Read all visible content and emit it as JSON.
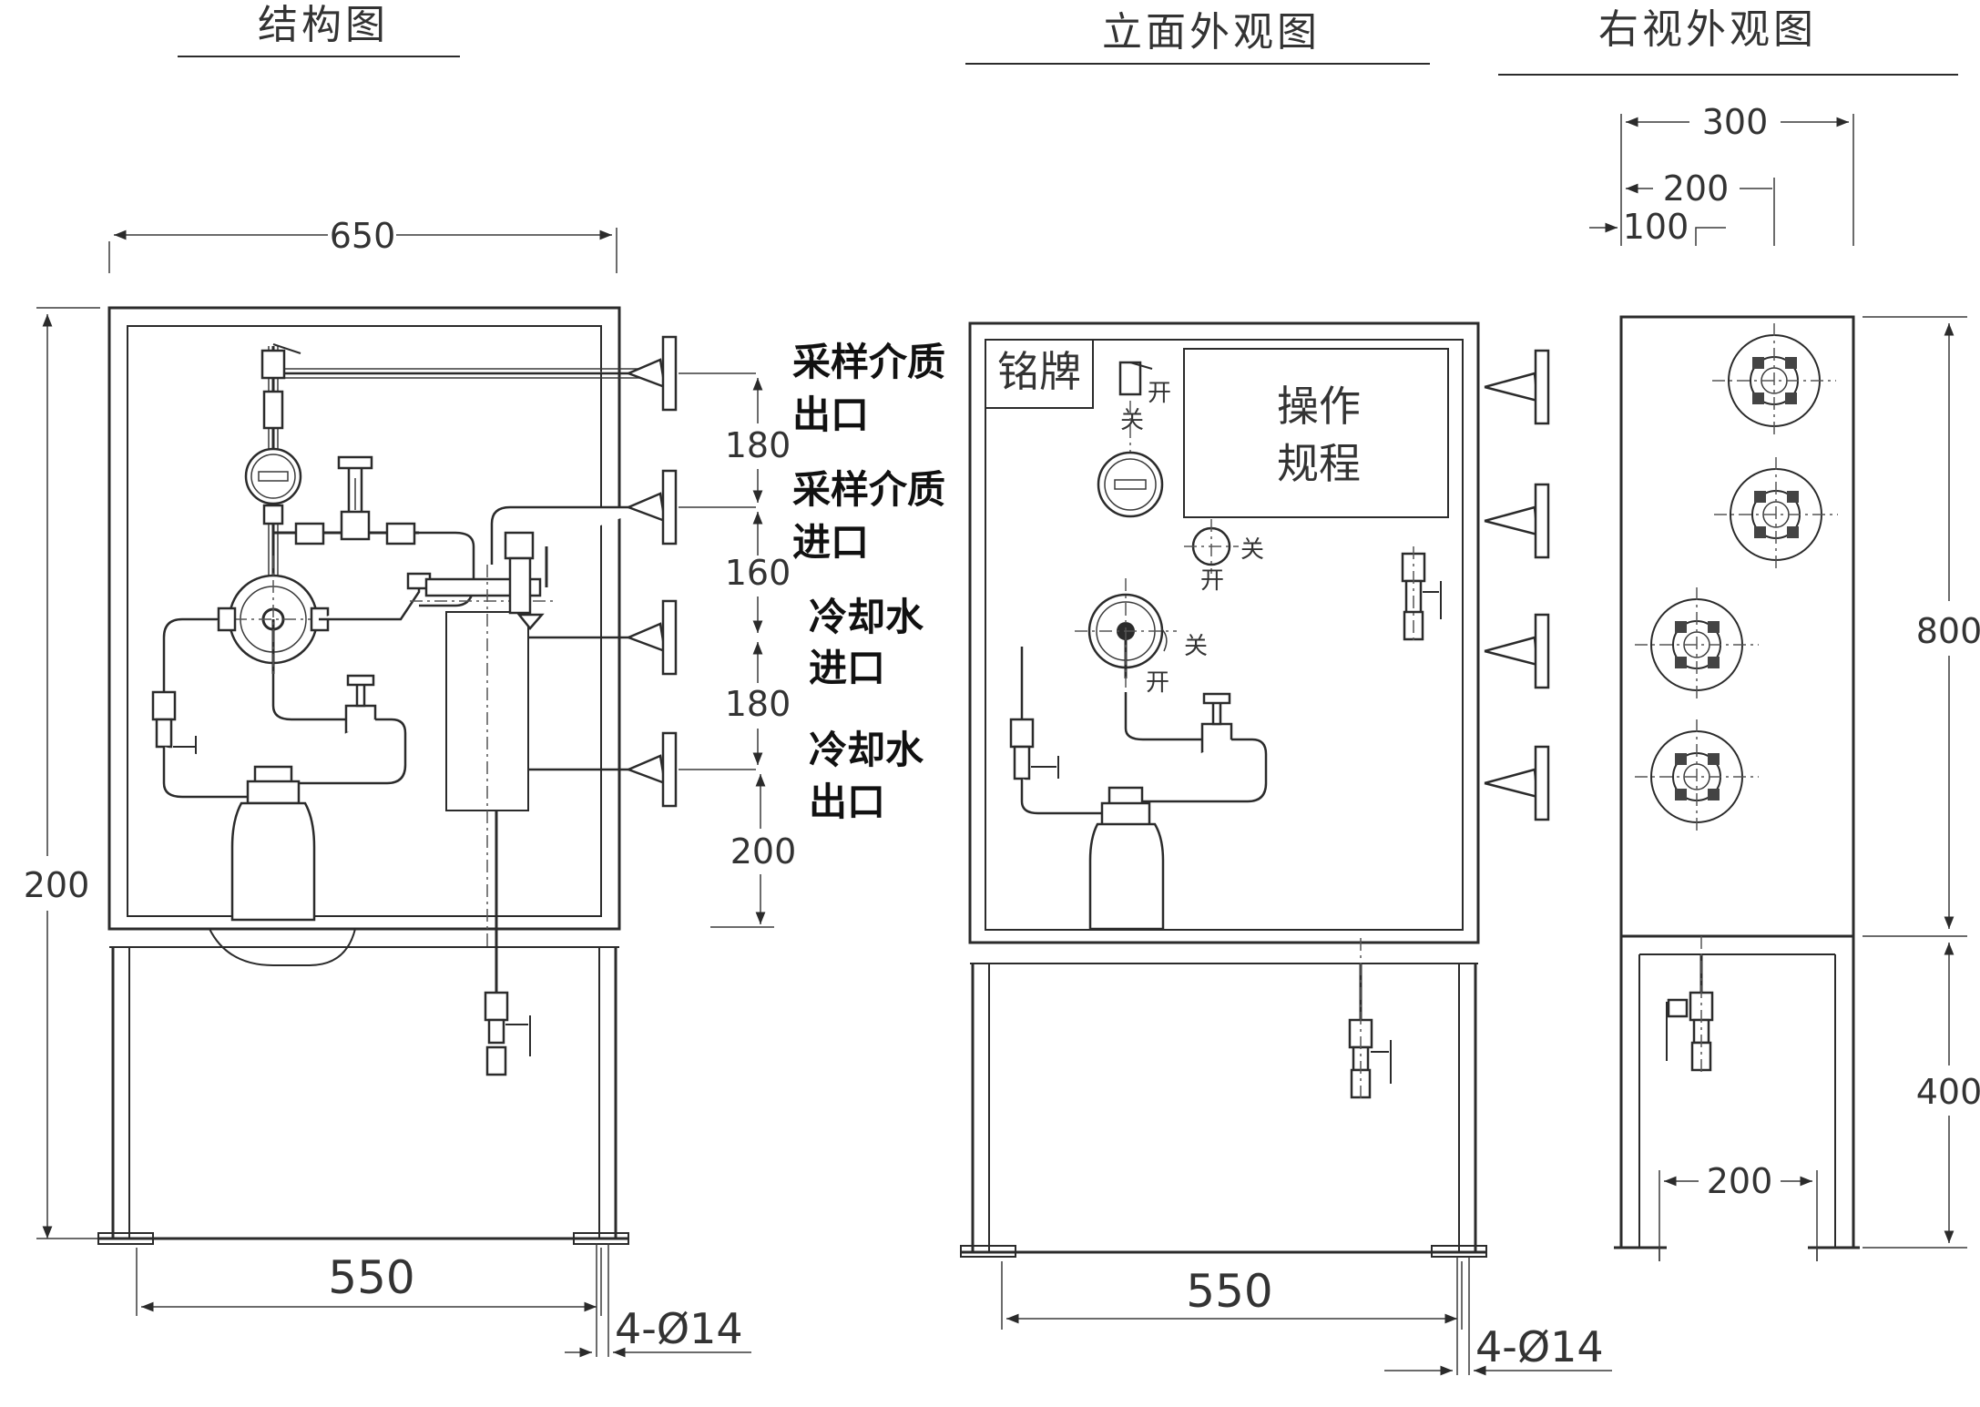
{
  "titles": {
    "structure": "结构图",
    "front": "立面外观图",
    "right": "右视外观图"
  },
  "dims": {
    "s_width": "650",
    "s_height": "200",
    "s_base": "550",
    "s_holes": "4-Ø14",
    "s_d1": "180",
    "s_d2": "160",
    "s_d3": "180",
    "s_d4": "200",
    "f_base": "550",
    "f_holes": "4-Ø14",
    "r_300": "300",
    "r_200a": "200",
    "r_100": "100",
    "r_800": "800",
    "r_400": "400",
    "r_200b": "200"
  },
  "labels": {
    "out_sample_1": "采样介质",
    "out_sample_2": "出口",
    "in_sample_1": "采样介质",
    "in_sample_2": "进口",
    "in_cool_1": "冷却水",
    "in_cool_2": "进口",
    "out_cool_1": "冷却水",
    "out_cool_2": "出口"
  },
  "front": {
    "nameplate": "铭牌",
    "procedure_1": "操作",
    "procedure_2": "规程",
    "open": "开",
    "close": "关"
  }
}
